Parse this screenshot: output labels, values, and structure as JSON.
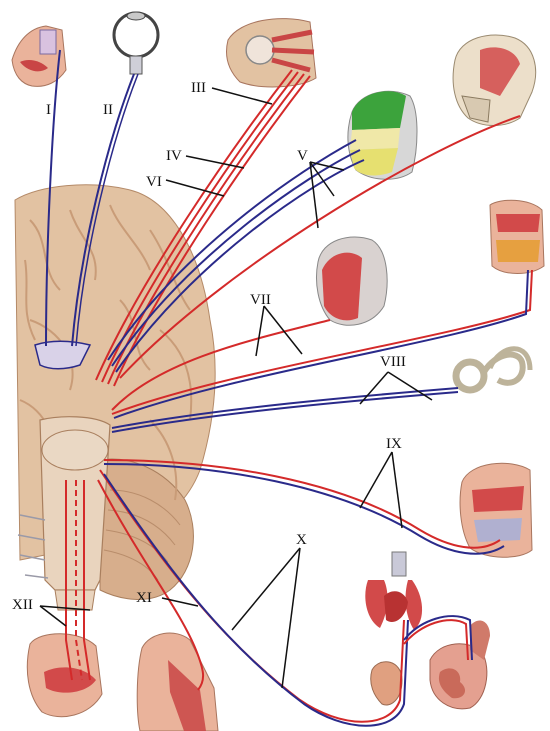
{
  "labels": {
    "I": "I",
    "II": "II",
    "III": "III",
    "IV": "IV",
    "V": "V",
    "VI": "VI",
    "VII": "VII",
    "VIII": "VIII",
    "IX": "IX",
    "X": "X",
    "XI": "XI",
    "XII": "XII"
  },
  "colors": {
    "motor_fiber": "#d42a2a",
    "sensory_fiber": "#2a2a8a",
    "brain_tissue": "#e2c2a2",
    "brain_shadow": "#c99c78",
    "cerebellum": "#d7ae8c",
    "skin": "#eab39b",
    "muscle": "#c94545",
    "background": "#ffffff"
  }
}
